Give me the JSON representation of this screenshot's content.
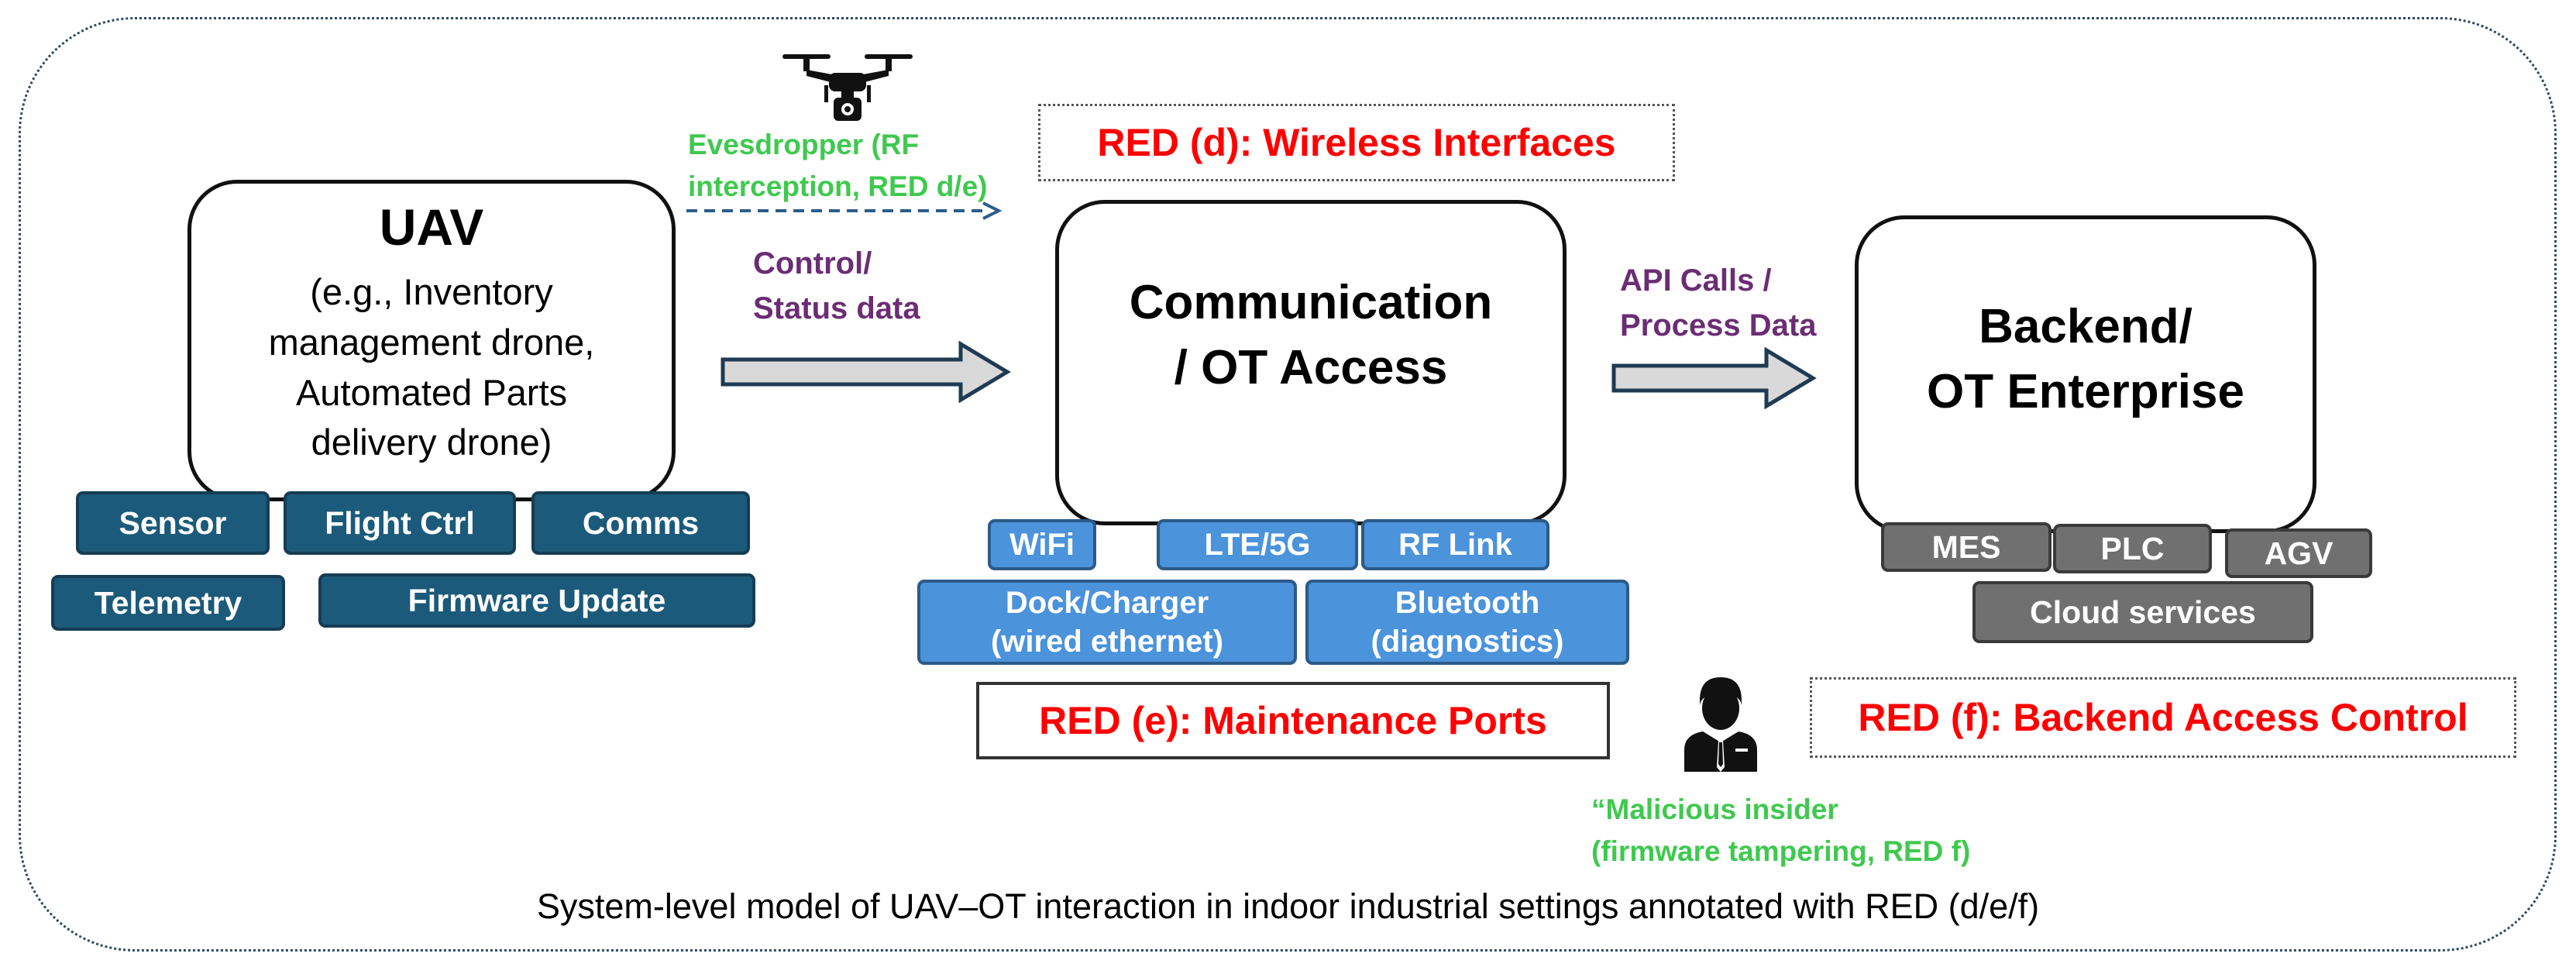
{
  "uav": {
    "title": "UAV",
    "desc_lines": [
      "(e.g., Inventory",
      "management drone,",
      "Automated Parts",
      "delivery drone)"
    ],
    "chips": [
      "Sensor",
      "Flight Ctrl",
      "Comms",
      "Telemetry",
      "Firmware Update"
    ]
  },
  "comm": {
    "title_lines": [
      "Communication",
      "/ OT Access"
    ],
    "chips": [
      "WiFi",
      "LTE/5G",
      "RF Link"
    ],
    "dock_lines": [
      "Dock/Charger",
      "(wired ethernet)"
    ],
    "bt_lines": [
      "Bluetooth",
      "(diagnostics)"
    ]
  },
  "backend": {
    "title_lines": [
      "Backend/",
      "OT Enterprise"
    ],
    "chips": [
      "MES",
      "PLC",
      "AGV",
      "Cloud services"
    ]
  },
  "flows": {
    "control_lines": [
      "Control/",
      "Status data"
    ],
    "api_lines": [
      "API Calls /",
      "Process Data"
    ]
  },
  "red": {
    "d": "RED (d): Wireless Interfaces",
    "e": "RED (e): Maintenance Ports",
    "f": "RED (f): Backend Access Control"
  },
  "threats": {
    "eavesdropper_lines": [
      "Evesdropper (RF",
      "interception, RED d/e)"
    ],
    "insider_lines": [
      "“Malicious insider",
      "(firmware tampering, RED f)"
    ]
  },
  "caption": "System-level model of UAV–OT interaction in indoor industrial settings annotated with RED (d/e/f)",
  "colors": {
    "uav_chip": "#1b5a7a",
    "comm_chip": "#4b93db",
    "backend_chip": "#707070",
    "red_label": "#ff0000",
    "flow_label": "#6b2d74",
    "threat_label": "#3fc94f"
  },
  "icons": [
    "drone-icon",
    "insider-person-icon",
    "flow-arrow-icon",
    "dashed-arrow-icon"
  ]
}
